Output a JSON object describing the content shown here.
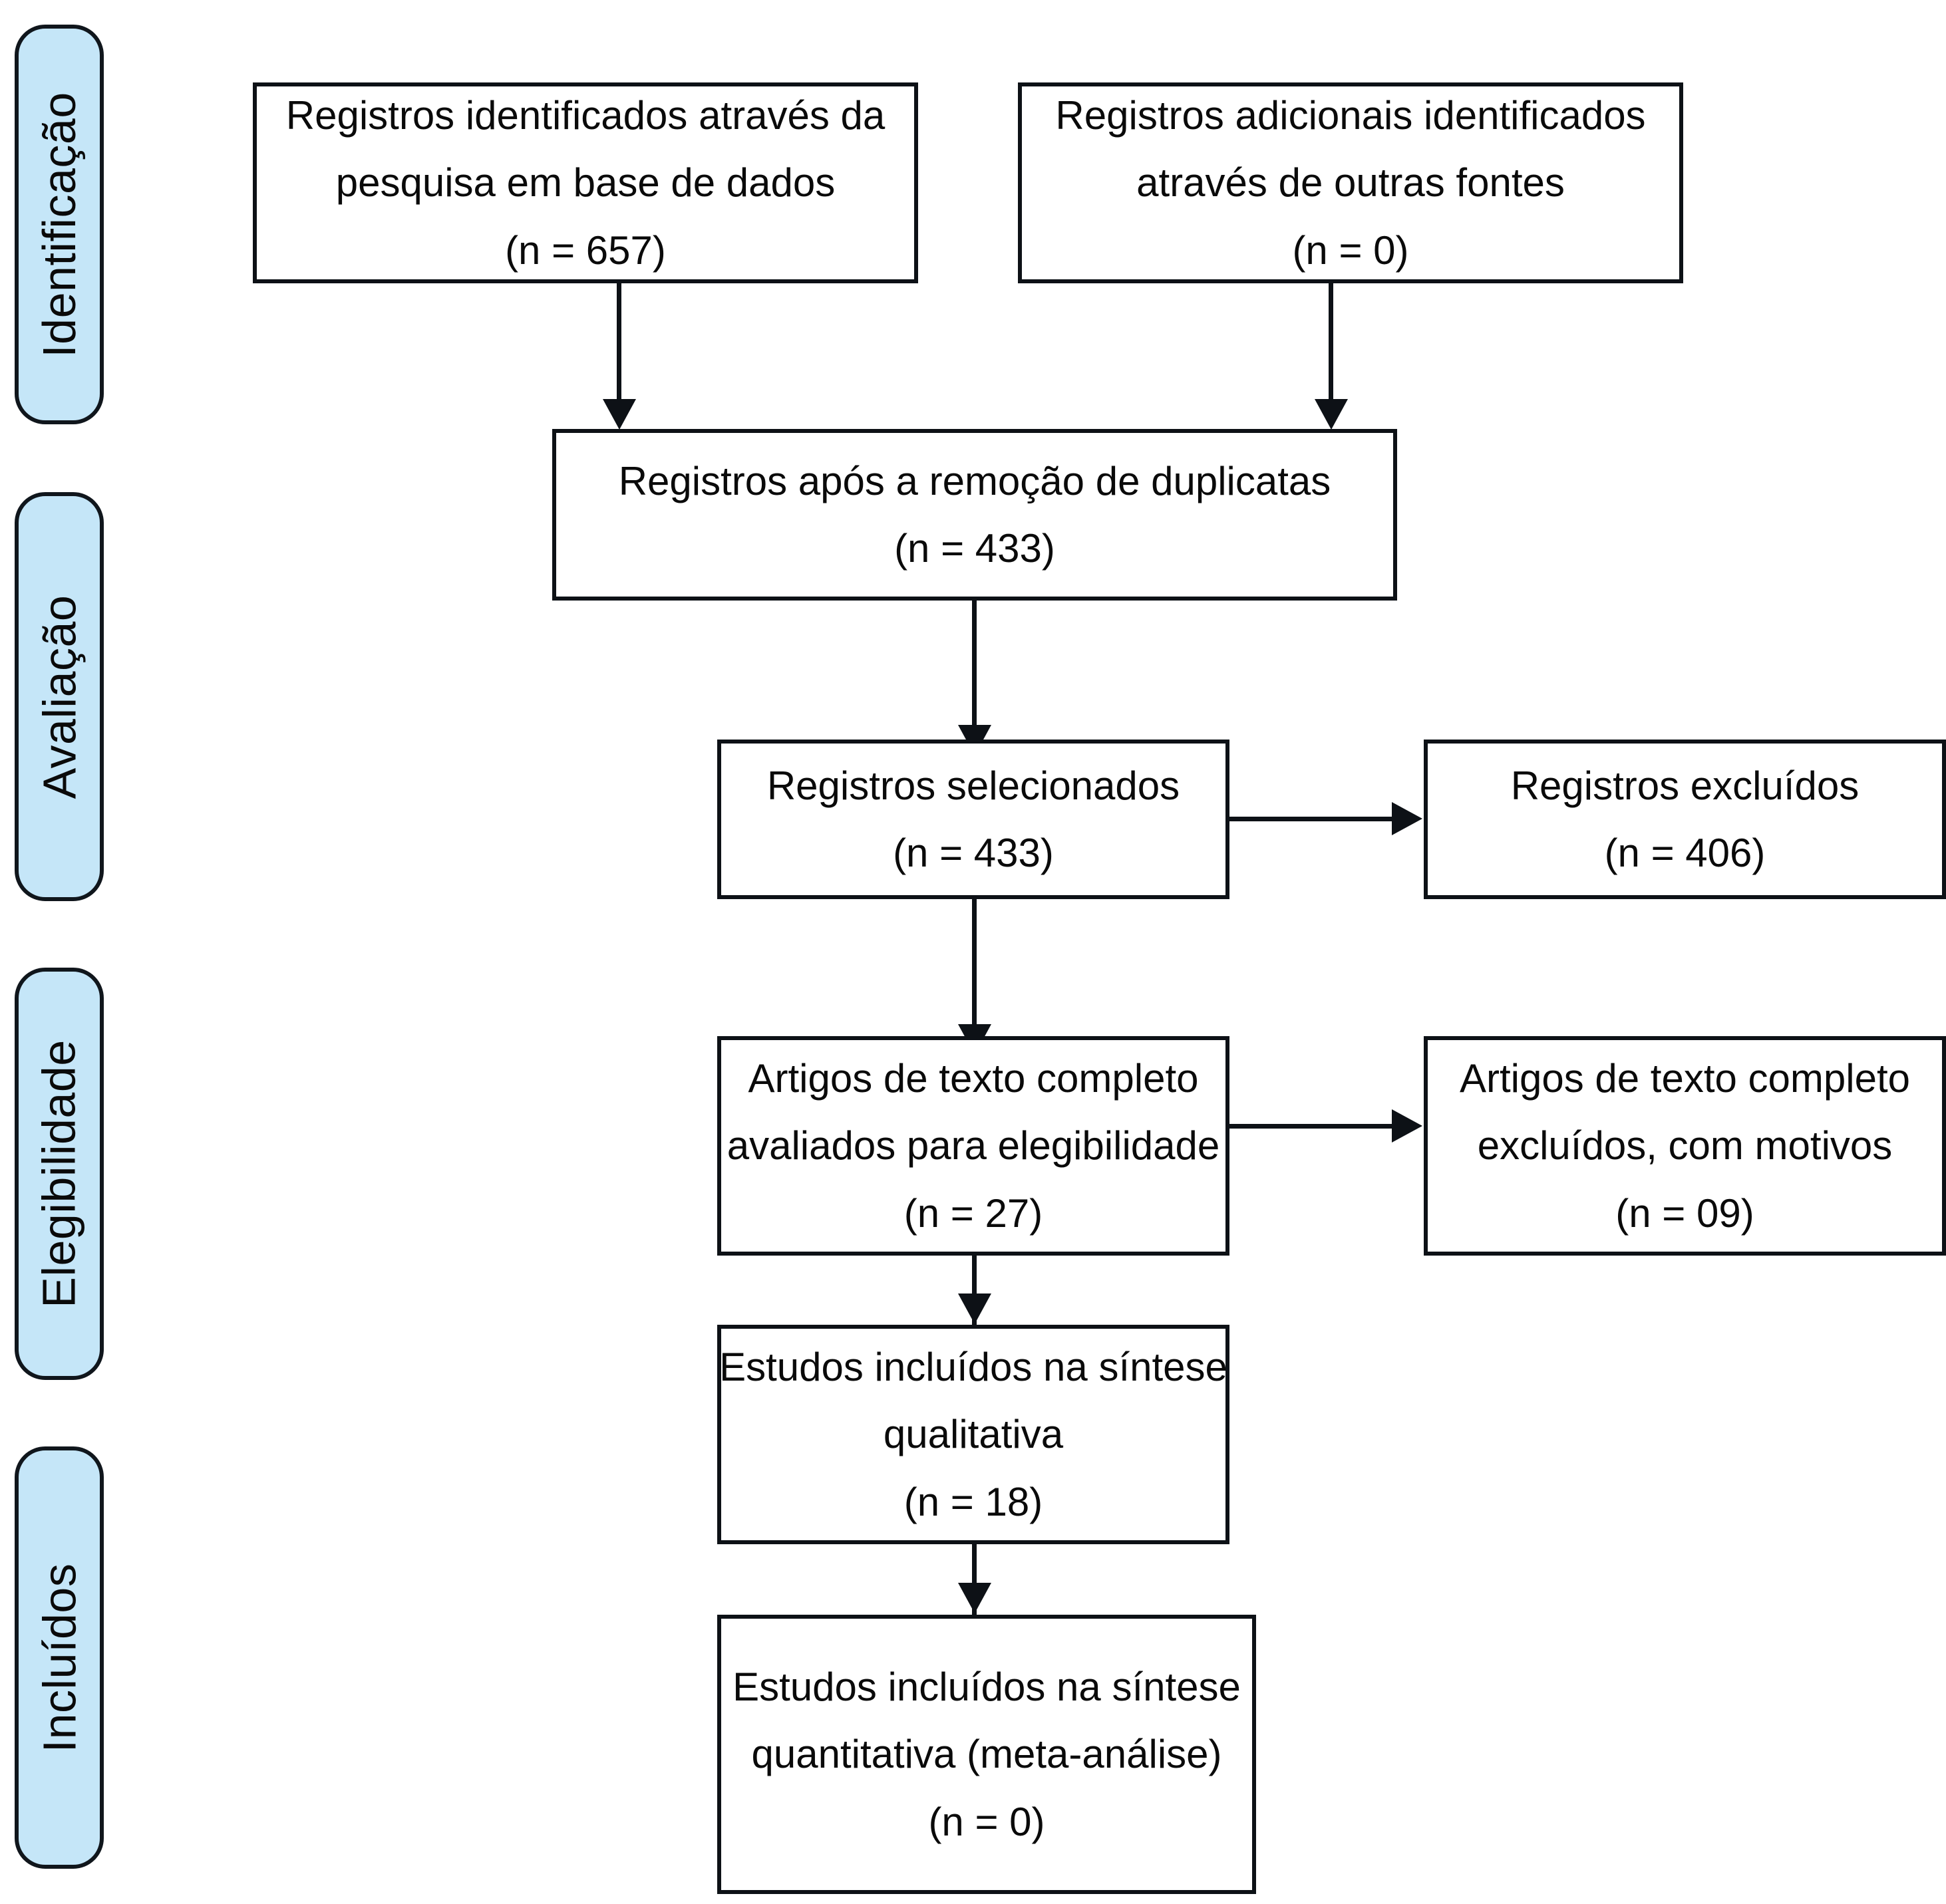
{
  "diagram": {
    "type": "prisma-flow-diagram",
    "language": "pt-BR",
    "colors": {
      "stage_pill_fill": "#c5e6f8",
      "stroke": "#0d1116",
      "box_fill": "#ffffff",
      "text": "#0a0a0a"
    }
  },
  "stages": [
    {
      "id": "identificacao",
      "label": "Identificação"
    },
    {
      "id": "avaliacao",
      "label": "Avaliação"
    },
    {
      "id": "elegibilidade",
      "label": "Elegibilidade"
    },
    {
      "id": "incluidos",
      "label": "Incluídos"
    }
  ],
  "boxes": {
    "db_records": {
      "line1": "Registros identificados através da",
      "line2": "pesquisa em base de dados",
      "count": "(n = 657)",
      "n": 657
    },
    "other_sources": {
      "line1": "Registros adicionais identificados",
      "line2": "através de outras fontes",
      "count": "(n = 0)",
      "n": 0
    },
    "after_duplicates": {
      "line1": "Registros após a remoção de duplicatas",
      "count": "(n = 433)",
      "n": 433
    },
    "screened": {
      "line1": "Registros selecionados",
      "count": "(n = 433)",
      "n": 433
    },
    "excluded": {
      "line1": "Registros excluídos",
      "count": "(n = 406)",
      "n": 406
    },
    "fulltext_assessed": {
      "line1": "Artigos de texto completo",
      "line2": "avaliados para elegibilidade",
      "count": "(n = 27)",
      "n": 27
    },
    "fulltext_excluded": {
      "line1": "Artigos de texto completo",
      "line2": "excluídos, com motivos",
      "count": "(n = 09)",
      "n": 9
    },
    "qualitative": {
      "line1": "Estudos incluídos na síntese",
      "line2": "qualitativa",
      "count": "(n = 18)",
      "n": 18
    },
    "quantitative": {
      "line1": "Estudos incluídos na síntese",
      "line2": "quantitativa (meta-análise)",
      "count": "(n = 0)",
      "n": 0
    }
  }
}
